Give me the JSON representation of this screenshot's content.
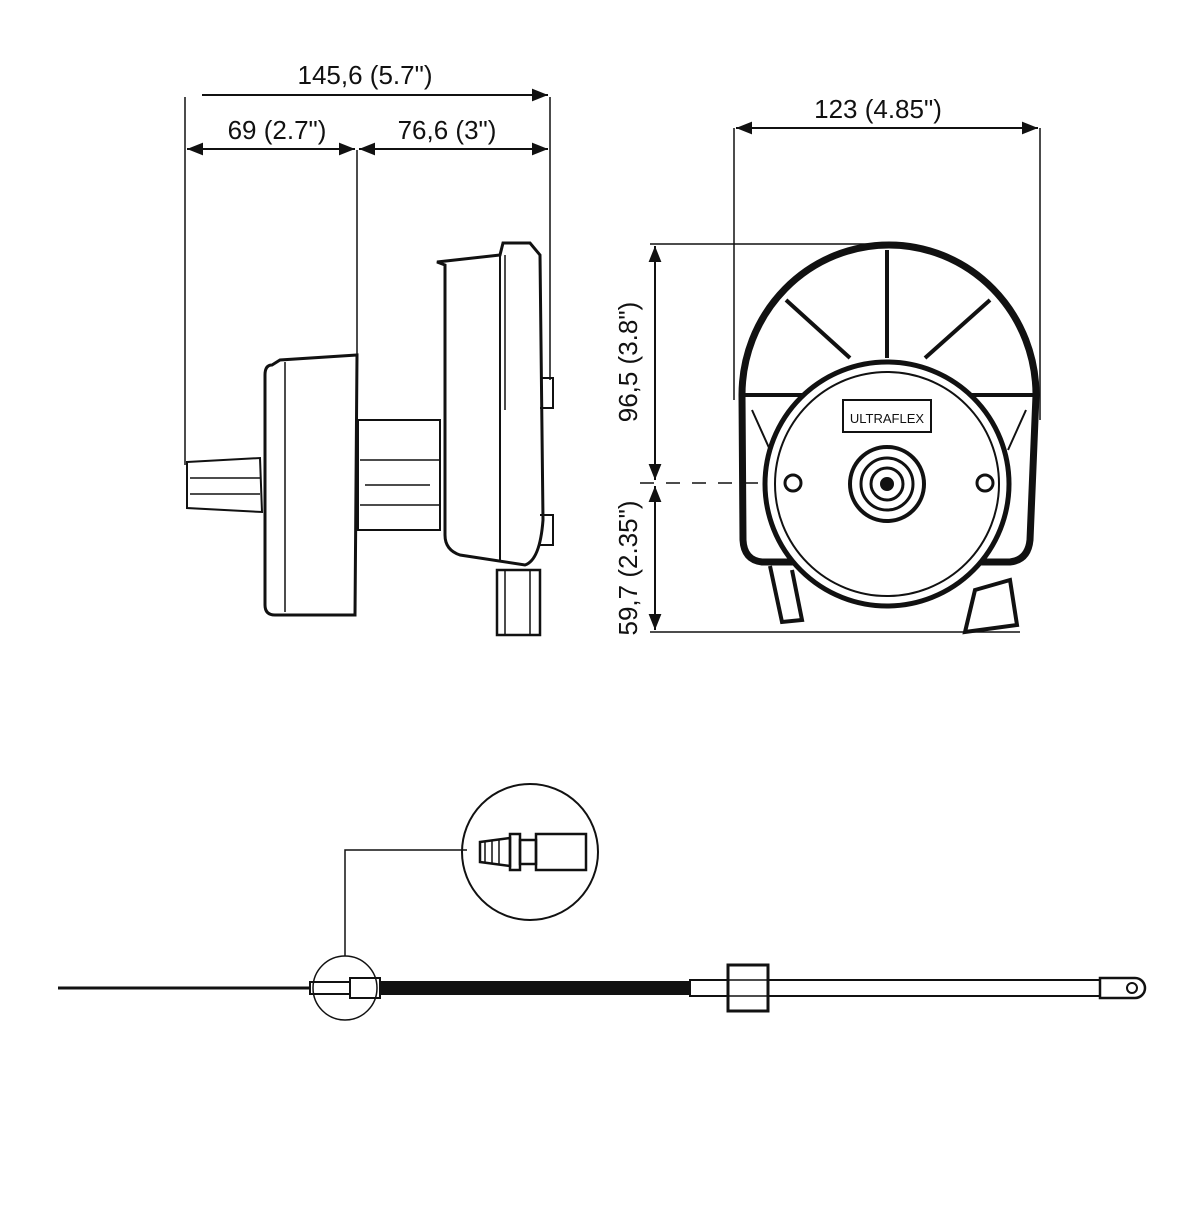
{
  "dimensions": {
    "overall_width": "145,6 (5.7\")",
    "left_width": "69 (2.7\")",
    "right_width": "76,6 (3\")",
    "front_width": "123 (4.85\")",
    "upper_height": "96,5 (3.8\")",
    "lower_height": "59,7 (2.35\")"
  },
  "brand_label": "ULTRAFLEX",
  "colors": {
    "ink": "#111111",
    "background": "#ffffff"
  }
}
